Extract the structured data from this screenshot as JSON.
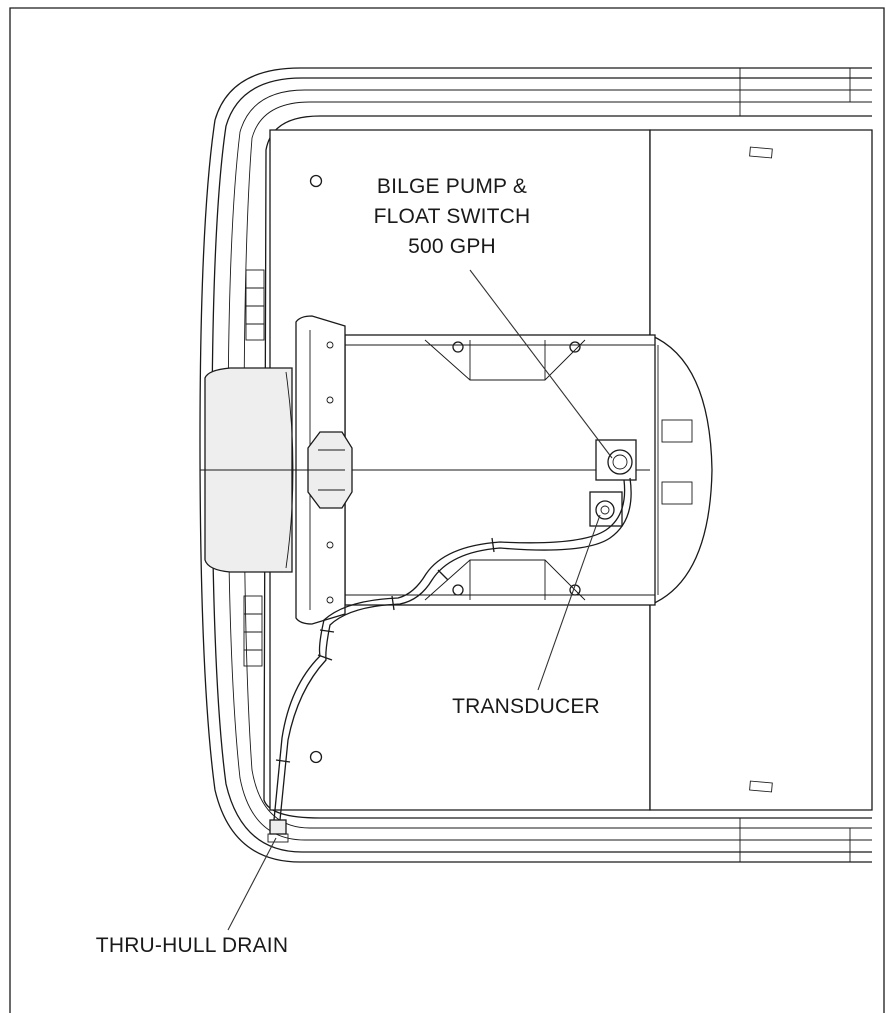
{
  "labels": {
    "bilge_pump_line1": "BILGE PUMP &",
    "bilge_pump_line2": "FLOAT SWITCH",
    "bilge_pump_line3": "500 GPH",
    "transducer": "TRANSDUCER",
    "thru_hull_drain": "THRU-HULL DRAIN"
  },
  "colors": {
    "line": "#1a1a1a",
    "panel_fill": "#eeeeee",
    "background": "#ffffff"
  }
}
